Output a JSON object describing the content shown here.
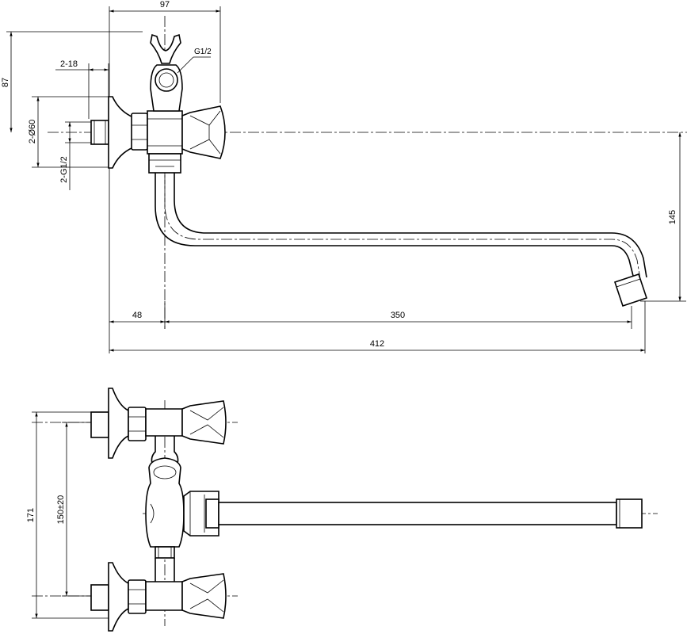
{
  "top_view": {
    "dim_width_overall": "97",
    "dim_height_top": "87",
    "dim_eccentric": "2-18",
    "dim_flange_dia": "2-Ø60",
    "dim_thread": "2-G1/2",
    "label_holder_thread": "G1/2",
    "dim_spout_drop": "145",
    "dim_wall_to_spout": "48",
    "dim_spout_reach": "350",
    "dim_total_length": "412"
  },
  "front_view": {
    "dim_outer": "171",
    "dim_centers": "150±20"
  }
}
